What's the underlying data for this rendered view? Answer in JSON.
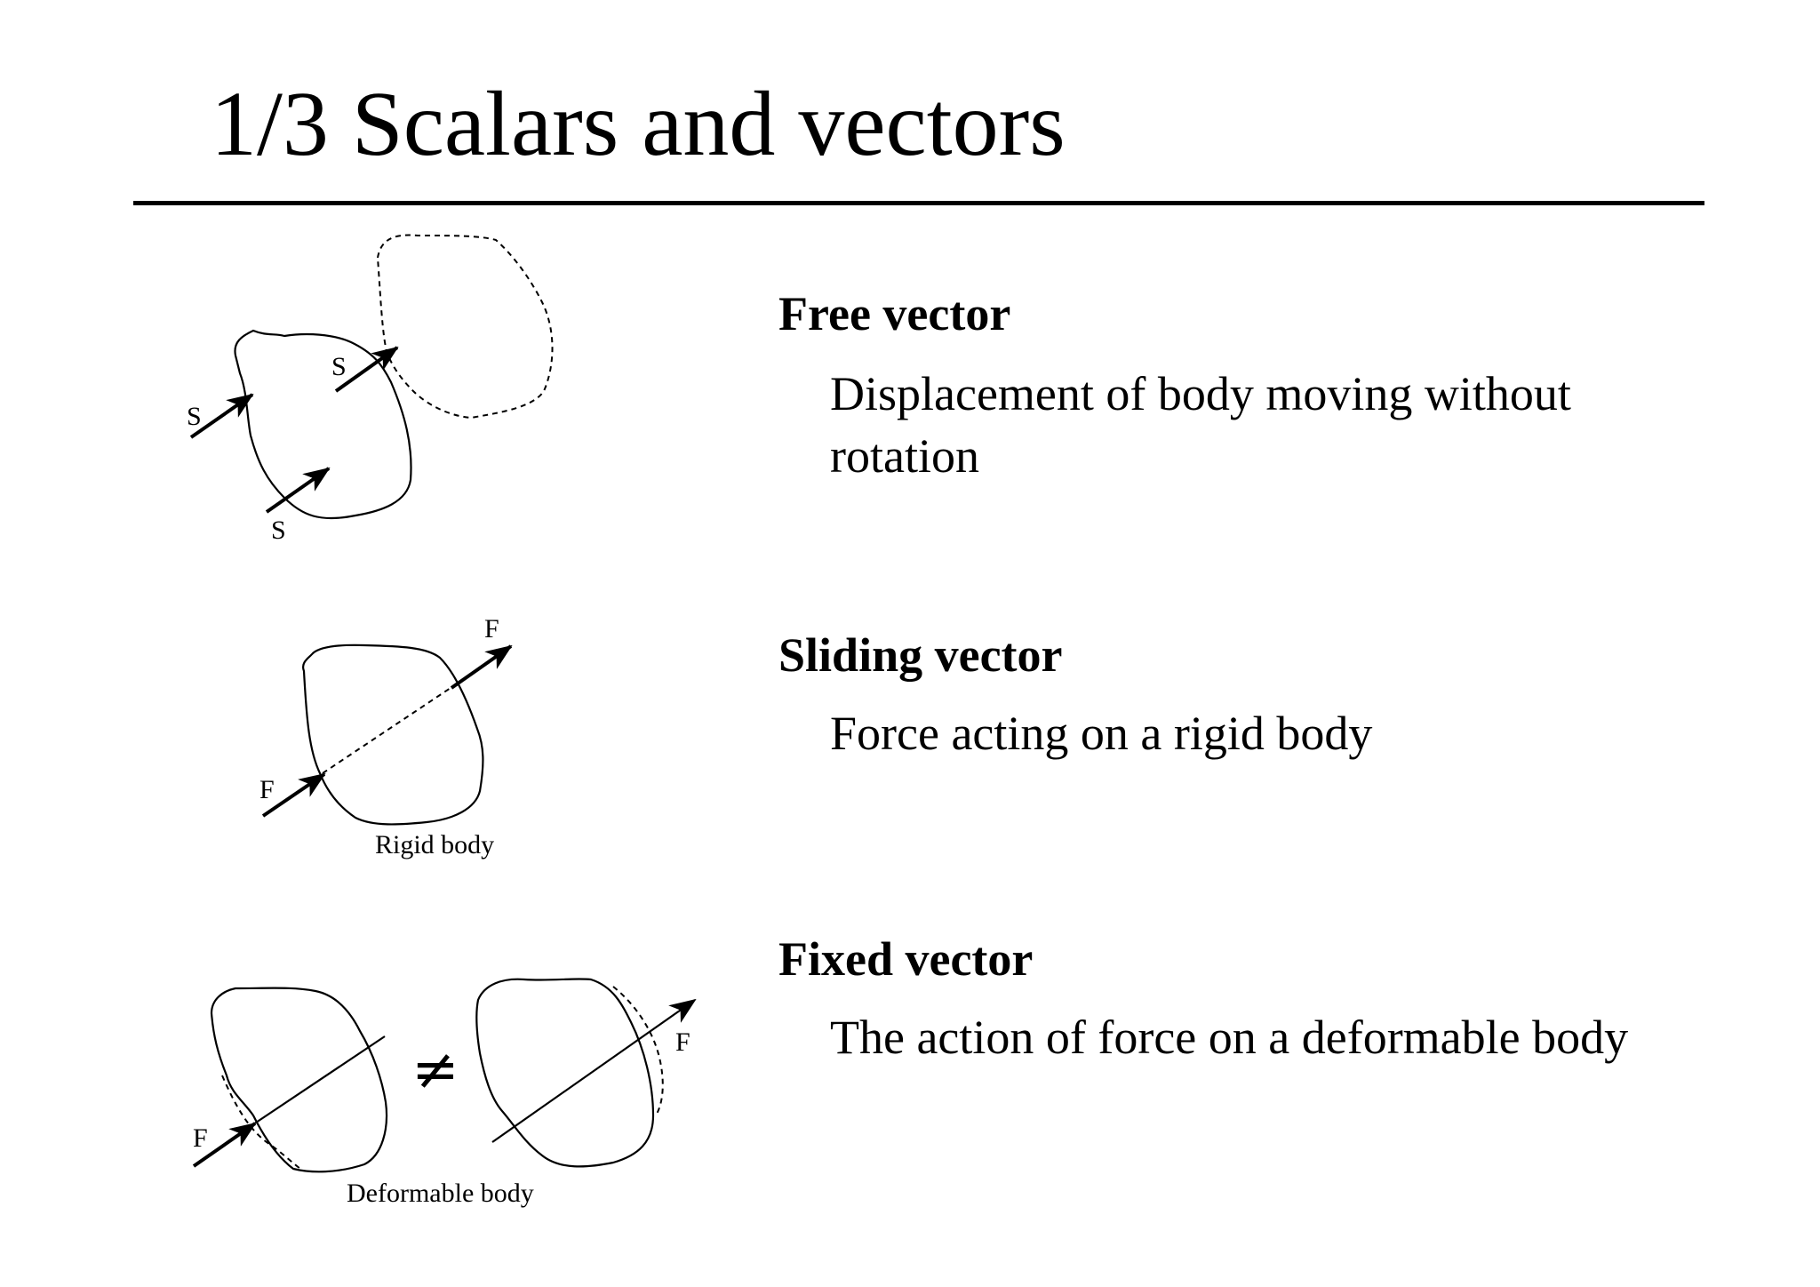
{
  "slide": {
    "title": "1/3 Scalars and vectors"
  },
  "sections": [
    {
      "heading": "Free vector",
      "description": "Displacement of body moving without rotation",
      "figure": {
        "labels": [
          "S",
          "S",
          "S"
        ]
      }
    },
    {
      "heading": "Sliding vector",
      "description": "Force acting on a rigid body",
      "figure": {
        "labels": [
          "F",
          "F"
        ],
        "caption": "Rigid body"
      }
    },
    {
      "heading": "Fixed vector",
      "description": "The action of force on a deformable body",
      "figure": {
        "labels": [
          "F",
          "F"
        ],
        "caption": "Deformable body",
        "symbol": "≠"
      }
    }
  ]
}
